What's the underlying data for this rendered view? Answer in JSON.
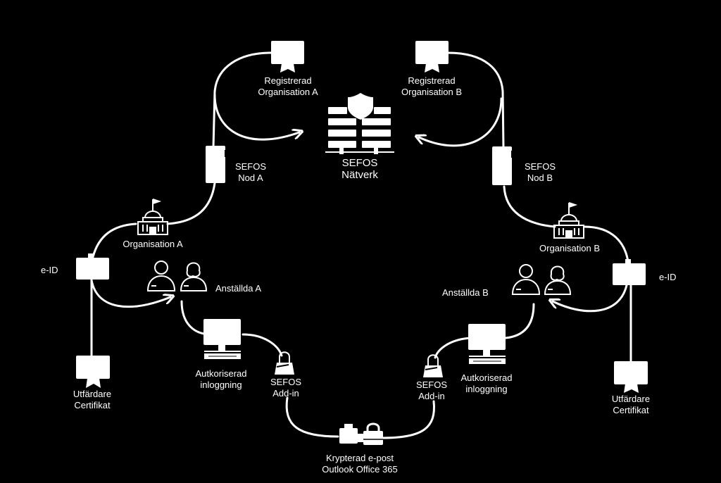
{
  "network": {
    "line1": "SEFOS",
    "line2": "Nätverk"
  },
  "org_a": {
    "registered": {
      "line1": "Registrerad",
      "line2": "Organisation A"
    },
    "node": {
      "line1": "SEFOS",
      "line2": "Nod A"
    },
    "organisation": "Organisation A",
    "eid": "e-ID",
    "employees": "Anställda A",
    "issuer": {
      "line1": "Utfärdare",
      "line2": "Certifikat"
    },
    "login": {
      "line1": "Autkoriserad",
      "line2": "inloggning"
    },
    "addin": {
      "line1": "SEFOS",
      "line2": "Add-in"
    }
  },
  "org_b": {
    "registered": {
      "line1": "Registrerad",
      "line2": "Organisation B"
    },
    "node": {
      "line1": "SEFOS",
      "line2": "Nod B"
    },
    "organisation": "Organisation B",
    "eid": "e-ID",
    "employees": "Anställda B",
    "issuer": {
      "line1": "Utfärdare",
      "line2": "Certifikat"
    },
    "login": {
      "line1": "Autkoriserad",
      "line2": "inloggning"
    },
    "addin": {
      "line1": "SEFOS",
      "line2": "Add-in"
    }
  },
  "mail": {
    "line1": "Krypterad e-post",
    "line2": "Outlook Office 365"
  },
  "colors": {
    "background": "#000000",
    "foreground": "#ffffff"
  }
}
